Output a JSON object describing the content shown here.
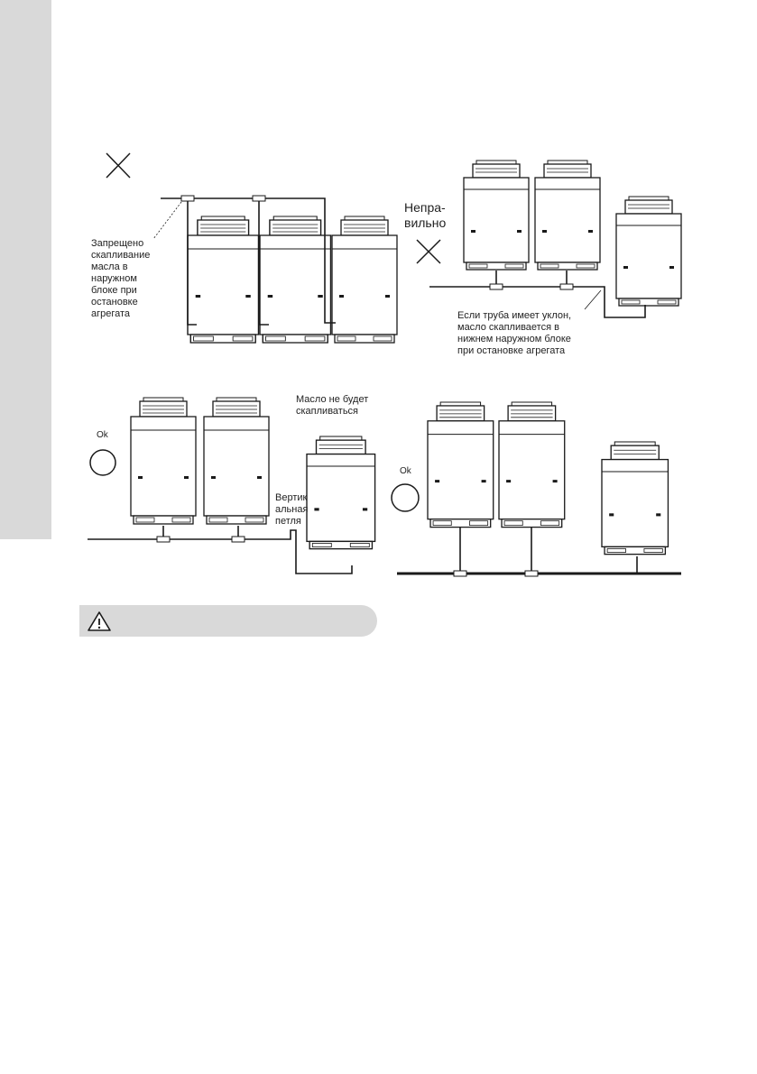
{
  "colors": {
    "side_strip": "#d9d9d9",
    "line": "#1a1a1a",
    "warning_bar": "#d9d9d9"
  },
  "panels": {
    "top_left": {
      "mark_icon": "cross-icon",
      "label": "Запрещено\nскапливание\nмасла в\nнаружном\nблоке при\nостановке\nагрегата"
    },
    "top_right": {
      "mark_icon": "cross-icon",
      "heading": "Непра-\nвильно",
      "label": "Если труба имеет уклон,\nмасло скапливается в\nнижнем наружном блоке\nпри остановке агрегата"
    },
    "bottom_left": {
      "mark_icon": "circle-ok-icon",
      "ok_label": "Ok",
      "oil_label": "Масло не будет\nскапливаться",
      "loop_label": "Вертик\nальная\nпетля"
    },
    "bottom_right": {
      "mark_icon": "circle-ok-icon",
      "ok_label": "Ok"
    }
  },
  "warning": {
    "icon": "warning-triangle-icon"
  }
}
